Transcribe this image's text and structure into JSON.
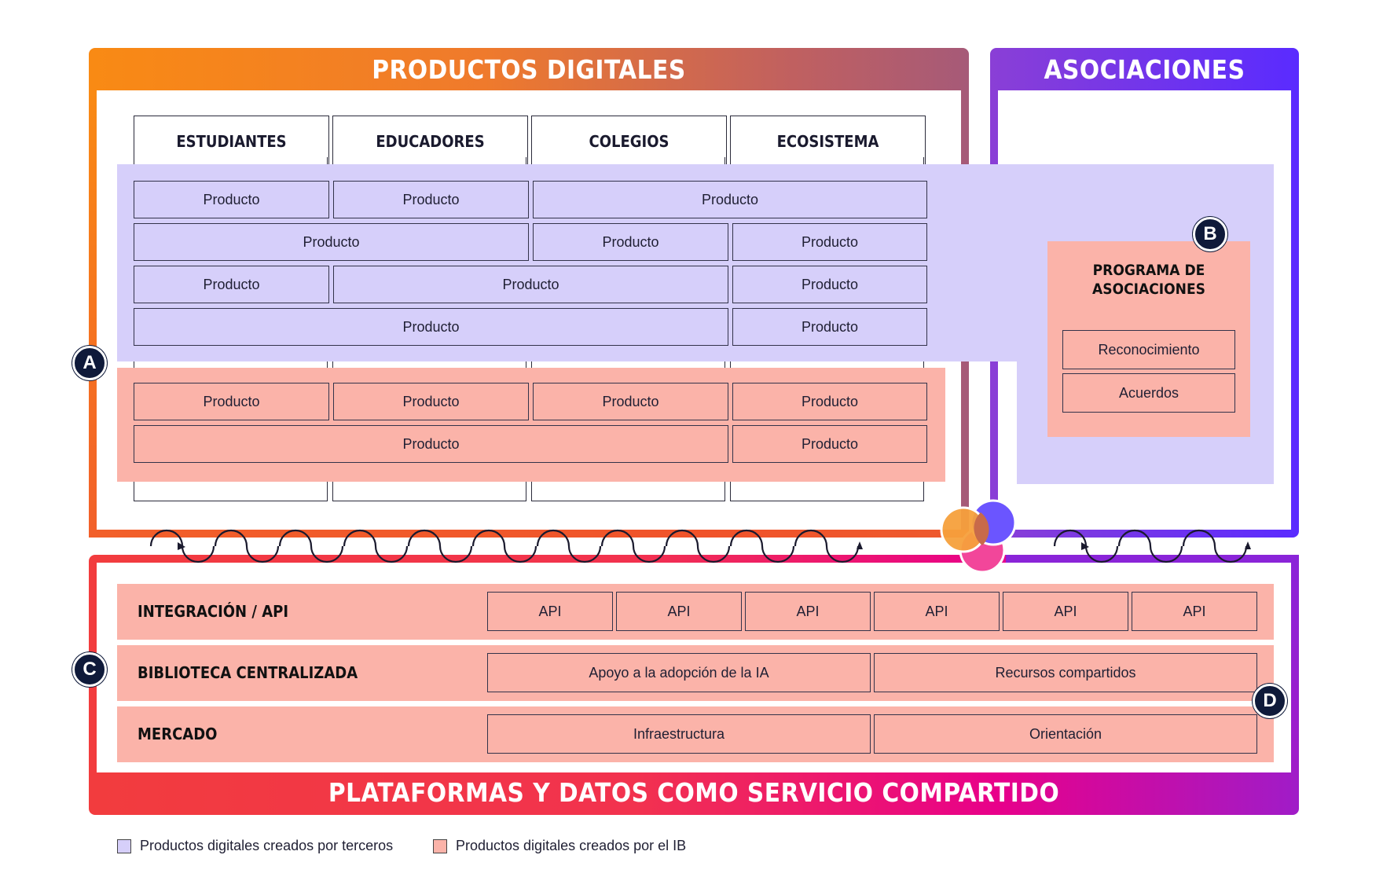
{
  "sections": {
    "digital_products_title": "PRODUCTOS DIGITALES",
    "partnerships_title": "ASOCIACIONES",
    "platforms_title": "PLATAFORMAS Y DATOS COMO SERVICIO COMPARTIDO"
  },
  "columns": [
    "ESTUDIANTES",
    "EDUCADORES",
    "COLEGIOS",
    "ECOSISTEMA"
  ],
  "product_label": "Producto",
  "partnership_program": {
    "title_line1": "PROGRAMA DE",
    "title_line2": "ASOCIACIONES",
    "items": [
      "Reconocimiento",
      "Acuerdos"
    ]
  },
  "platform_rows": {
    "integration": {
      "label": "INTEGRACIÓN / API",
      "items": [
        "API",
        "API",
        "API",
        "API",
        "API",
        "API"
      ]
    },
    "library": {
      "label": "BIBLIOTECA CENTRALIZADA",
      "items": [
        "Apoyo a la adopción de la IA",
        "Recursos compartidos"
      ]
    },
    "market": {
      "label": "MERCADO",
      "items": [
        "Infraestructura",
        "Orientación"
      ]
    }
  },
  "badges": {
    "a": "A",
    "b": "B",
    "c": "C",
    "d": "D"
  },
  "legend": {
    "third_party": "Productos digitales creados por terceros",
    "ib": "Productos digitales creados por el IB"
  },
  "colors": {
    "purple_fill": "#d6cffa",
    "pink_fill": "#fbb3a9",
    "orange": "#f98a14",
    "violet": "#5a2bff",
    "red": "#f03a3a",
    "magenta": "#e8008a",
    "badge": "#0f1a3a"
  }
}
